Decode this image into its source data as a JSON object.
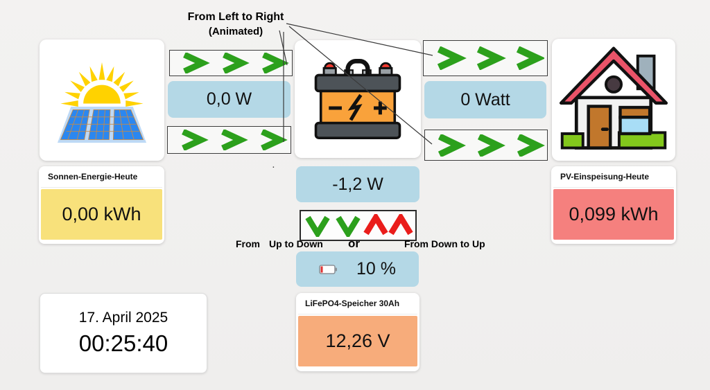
{
  "colors": {
    "background": "#f0efee",
    "card": "#ffffff",
    "power_box_blue": "#b4d8e6",
    "solar_value_yellow": "#f8e17b",
    "pv_value_red": "#f5807e",
    "storage_value_orange": "#f7ac7b",
    "arrow_green": "#2ca01c",
    "arrow_red": "#ea1d1b"
  },
  "annotations": {
    "top_line1": "From Left to Right",
    "top_line2": "(Animated)",
    "bottom_from": "From",
    "bottom_up_to_down": "Up to Down",
    "bottom_or": "or",
    "bottom_down_to_up": "From Down to Up",
    "dot": "."
  },
  "solar_energy": {
    "label": "Sonnen-Energie-Heute",
    "value": "0,00 kWh"
  },
  "pv_feed": {
    "label": "PV-Einspeisung-Heute",
    "value": "0,099 kWh"
  },
  "storage": {
    "label": "LiFePO4-Speicher 30Ah",
    "voltage": "12,26 V",
    "percent": "10 %",
    "power": "-1,2 W"
  },
  "flow": {
    "solar_to_battery_power": "0,0 W",
    "battery_to_house_power": "0 Watt"
  },
  "clock": {
    "date": "17. April 2025",
    "time": "00:25:40"
  },
  "icons": {
    "solar": "solar-panel-icon",
    "battery": "car-battery-icon",
    "house": "house-icon",
    "flow_right": "green-chevrons-right-icon",
    "flow_up_down": "green-down-red-up-chevrons-icon",
    "battery_low": "battery-low-icon"
  }
}
